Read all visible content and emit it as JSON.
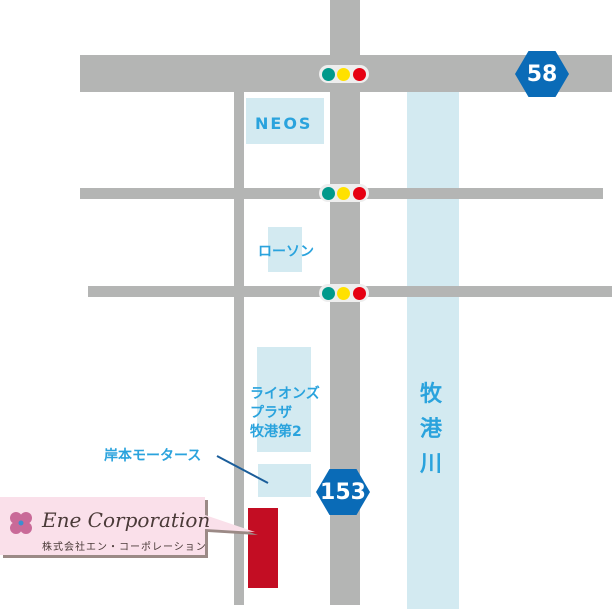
{
  "route_signs": {
    "r58": "58",
    "r153": "153"
  },
  "landmarks": {
    "neos": "NEOS",
    "lawson": "ローソン",
    "lions_plaza": [
      "ライオンズ",
      "プラザ",
      "牧港第2"
    ],
    "kishimoto_motors": "岸本モータース"
  },
  "river": {
    "name": [
      "牧",
      "港",
      "川"
    ]
  },
  "company": {
    "name": "Ene Corporation",
    "name_ja": "株式会社エン・コーポレーション"
  },
  "colors": {
    "road": "#b4b5b4",
    "building": "#d3eaf1",
    "label": "#2aa3dd",
    "sign": "#0a6bb7",
    "target": "#c30d23",
    "signal_green": "#00998b",
    "signal_yellow": "#ffe100",
    "signal_red": "#e60012"
  }
}
